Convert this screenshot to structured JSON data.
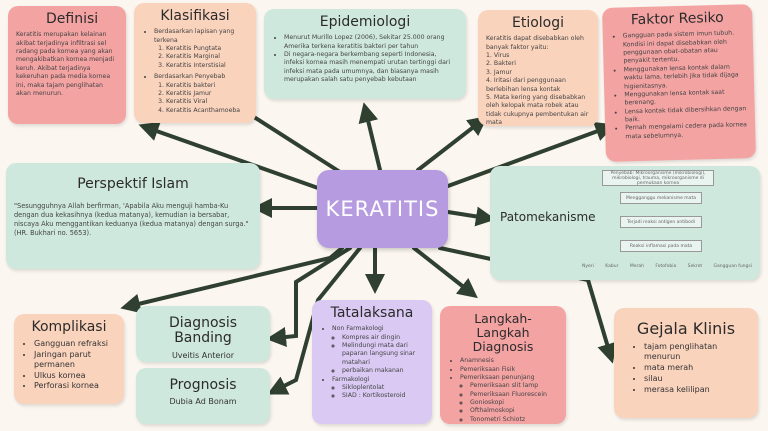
{
  "center": "KERATITIS",
  "definisi": {
    "title": "Definisi",
    "text": "Keratitis merupakan kelainan akibat terjadinya infiltrasi sel radang pada kornea yang akan mengakibatkan kornea menjadi keruh. Akibat terjadinya kekeruhan pada media kornea ini, maka tajam penglihatan akan menurun."
  },
  "klasifikasi": {
    "title": "Klasifikasi",
    "group1_title": "Berdasarkan lapisan yang terkena",
    "group1": [
      "Keratitis Pungtata",
      "Keratitis Marginal",
      "Keratitis Interstisial"
    ],
    "group2_title": "Berdasarkan Penyebab",
    "group2": [
      "Keratitis bakteri",
      "Keratitis Jamur",
      "Keratitis Viral",
      "Keratitis Acanthamoeba"
    ]
  },
  "epidemiologi": {
    "title": "Epidemiologi",
    "items": [
      "Menurut Murillo Lopez (2006), Sekitar 25.000 orang Amerika terkena keratitis bakteri per tahun",
      "Di negara-negara berkembang seperti Indonesia, infeksi kornea masih menempati urutan tertinggi dari infeksi mata pada umumnya, dan biasanya masih merupakan salah satu penyebab kebutaan"
    ]
  },
  "etiologi": {
    "title": "Etiologi",
    "intro": "Keratitis dapat disebabkan oleh banyak faktor yaitu:",
    "items": [
      "1. Virus",
      "2. Bakteri",
      "3. Jamur",
      "4. Iritasi dari penggunaan berlebihan lensa kontak",
      "5. Mata kering yang disebabkan oleh kelopak mata robek atau tidak cukupnya pembentukan air mata"
    ]
  },
  "faktor": {
    "title": "Faktor Resiko",
    "items": [
      "Gangguan pada sistem imun tubuh. Kondisi ini dapat disebabkan oleh penggunaan obat-obatan atau penyakit tertentu.",
      "Menggunakan lensa kontak dalam waktu lama, terlebih jika tidak dijaga higienitasnya.",
      "Menggunakan lensa kontak saat berenang.",
      "Lensa kontak tidak dibersihkan dengan baik.",
      "Pernah mengalami cedera pada kornea mata sebelumnya."
    ]
  },
  "perspektif": {
    "title": "Perspektif Islam",
    "text": "\"Sesungguhnya Allah berfirman, 'Apabila Aku menguji hamba-Ku dengan dua kekasihnya (kedua matanya), kemudian ia bersabar, niscaya Aku menggantikan keduanya (kedua matanya) dengan surga.\" (HR. Bukhari no. 5653)."
  },
  "patomekanisme": {
    "title": "Patomekanisme",
    "steps": [
      "Penyebab: Mikroorganisme (mikrobiologi), mikrobiologi, trauma, mikroorganisme di permukaan kornea",
      "Mengganggu mekanisme mata",
      "Terjadi reaksi antigen antibodi",
      "Reaksi inflamasi pada mata"
    ],
    "bottom": [
      "Nyeri",
      "Kabur",
      "Merah",
      "Fotofobia",
      "Sekret",
      "Gangguan fungsi"
    ]
  },
  "komplikasi": {
    "title": "Komplikasi",
    "items": [
      "Gangguan refraksi",
      "Jaringan parut permanen",
      "Ulkus kornea",
      "Perforasi kornea"
    ]
  },
  "diagnosis_banding": {
    "title": "Diagnosis Banding",
    "text": "Uveitis Anterior"
  },
  "prognosis": {
    "title": "Prognosis",
    "text": "Dubia Ad Bonam"
  },
  "tatalaksana": {
    "title": "Tatalaksana",
    "non_title": "Non Farmakologi",
    "non_items": [
      "Kompres air dingin",
      "Melindungi mata dari paparan langsung sinar matahari",
      "perbaikan makanan"
    ],
    "farm_title": "Farmakologi",
    "farm_items": [
      "Sikloplentolat",
      "SIAD : Kortikosteroid"
    ]
  },
  "langkah": {
    "title": "Langkah-Langkah Diagnosis",
    "items": [
      "Anamnesis",
      "Pemeriksaan Fisik",
      "Pemeriksaan penunjang"
    ],
    "sub": [
      "Pemeriksaan slit lamp",
      "Pemeriksaan Fluorescein",
      "Gonioskopi",
      "Ofthalmoskopi",
      "Tonometri Schiotz"
    ]
  },
  "gejala": {
    "title": "Gejala Klinis",
    "items": [
      "tajam penglihatan menurun",
      "mata merah",
      "silau",
      "merasa kelilipan"
    ]
  },
  "colors": {
    "pink": "#f4a3a3",
    "peach": "#fad3bd",
    "mint": "#cfe8de",
    "lavender": "#d9c9f3",
    "center": "#b79be0",
    "arrow": "#2f4030"
  }
}
